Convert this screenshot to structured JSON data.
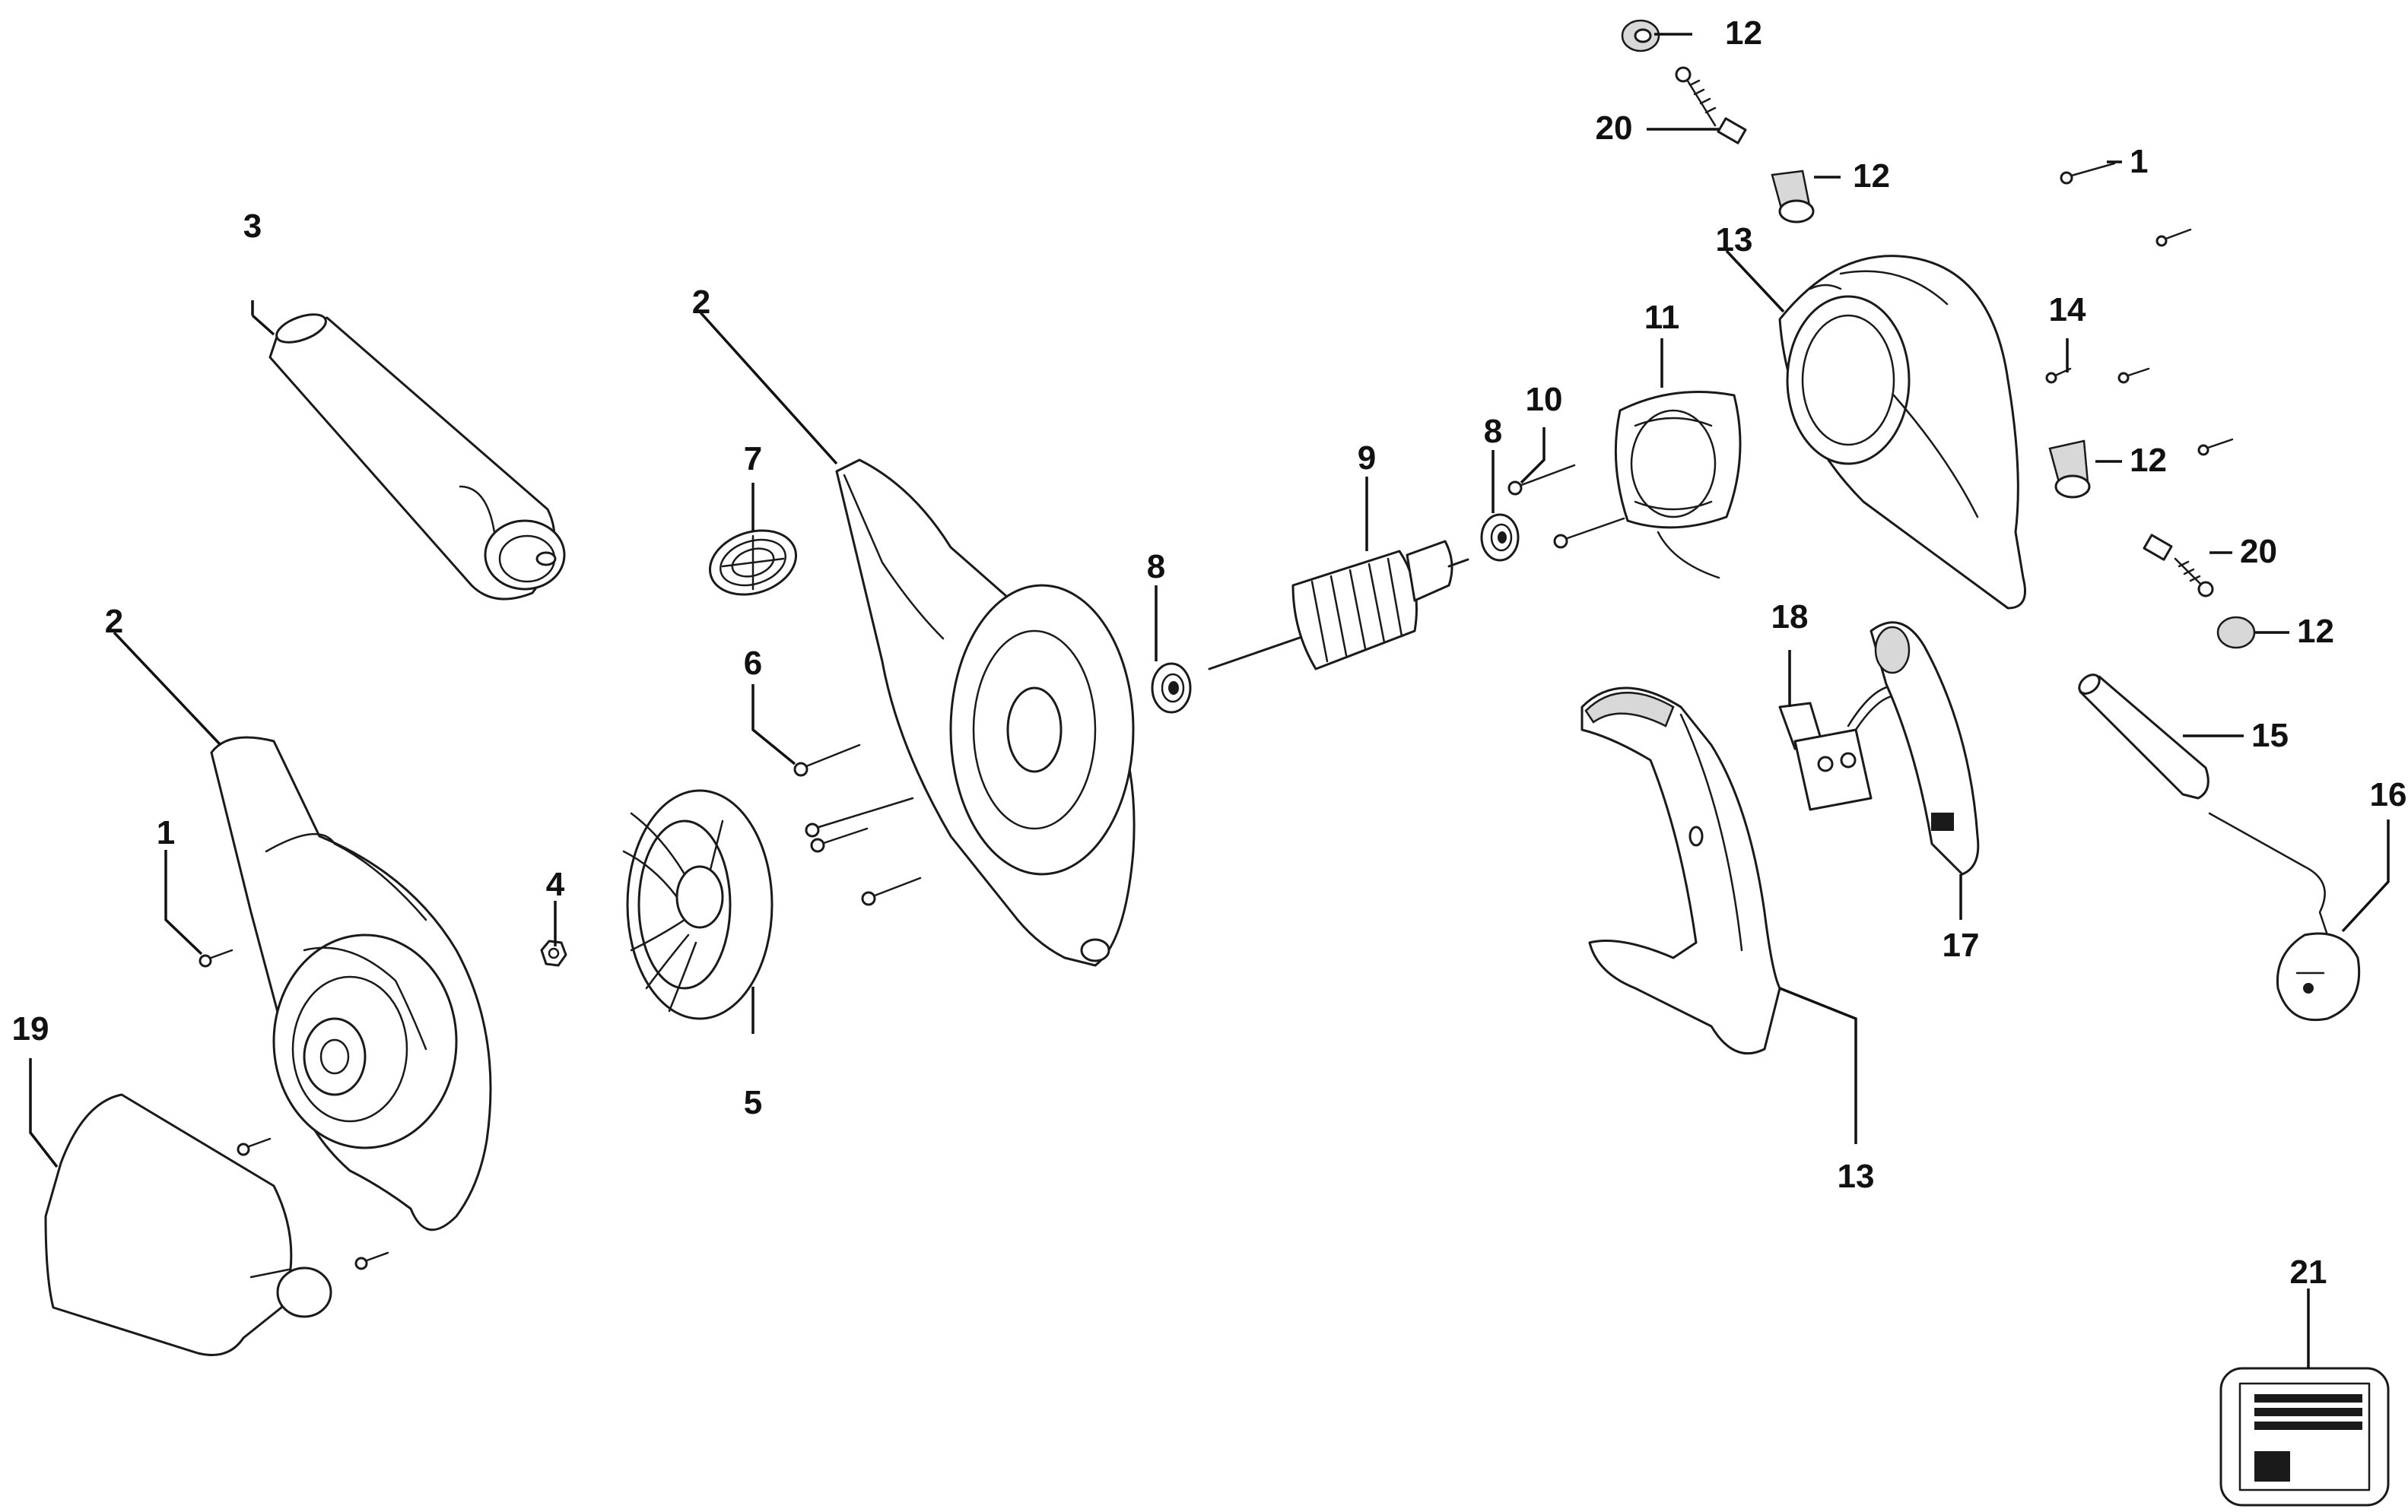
{
  "callouts": [
    {
      "id": "c1a",
      "label": "1"
    },
    {
      "id": "c1b",
      "label": "1"
    },
    {
      "id": "c2a",
      "label": "2"
    },
    {
      "id": "c2b",
      "label": "2"
    },
    {
      "id": "c3",
      "label": "3"
    },
    {
      "id": "c4",
      "label": "4"
    },
    {
      "id": "c5",
      "label": "5"
    },
    {
      "id": "c6",
      "label": "6"
    },
    {
      "id": "c7",
      "label": "7"
    },
    {
      "id": "c8a",
      "label": "8"
    },
    {
      "id": "c8b",
      "label": "8"
    },
    {
      "id": "c9",
      "label": "9"
    },
    {
      "id": "c10",
      "label": "10"
    },
    {
      "id": "c11",
      "label": "11"
    },
    {
      "id": "c12a",
      "label": "12"
    },
    {
      "id": "c12b",
      "label": "12"
    },
    {
      "id": "c12c",
      "label": "12"
    },
    {
      "id": "c12d",
      "label": "12"
    },
    {
      "id": "c13a",
      "label": "13"
    },
    {
      "id": "c13b",
      "label": "13"
    },
    {
      "id": "c14",
      "label": "14"
    },
    {
      "id": "c15",
      "label": "15"
    },
    {
      "id": "c16",
      "label": "16"
    },
    {
      "id": "c17",
      "label": "17"
    },
    {
      "id": "c18",
      "label": "18"
    },
    {
      "id": "c19",
      "label": "19"
    },
    {
      "id": "c20a",
      "label": "20"
    },
    {
      "id": "c20b",
      "label": "20"
    },
    {
      "id": "c21",
      "label": "21"
    }
  ]
}
